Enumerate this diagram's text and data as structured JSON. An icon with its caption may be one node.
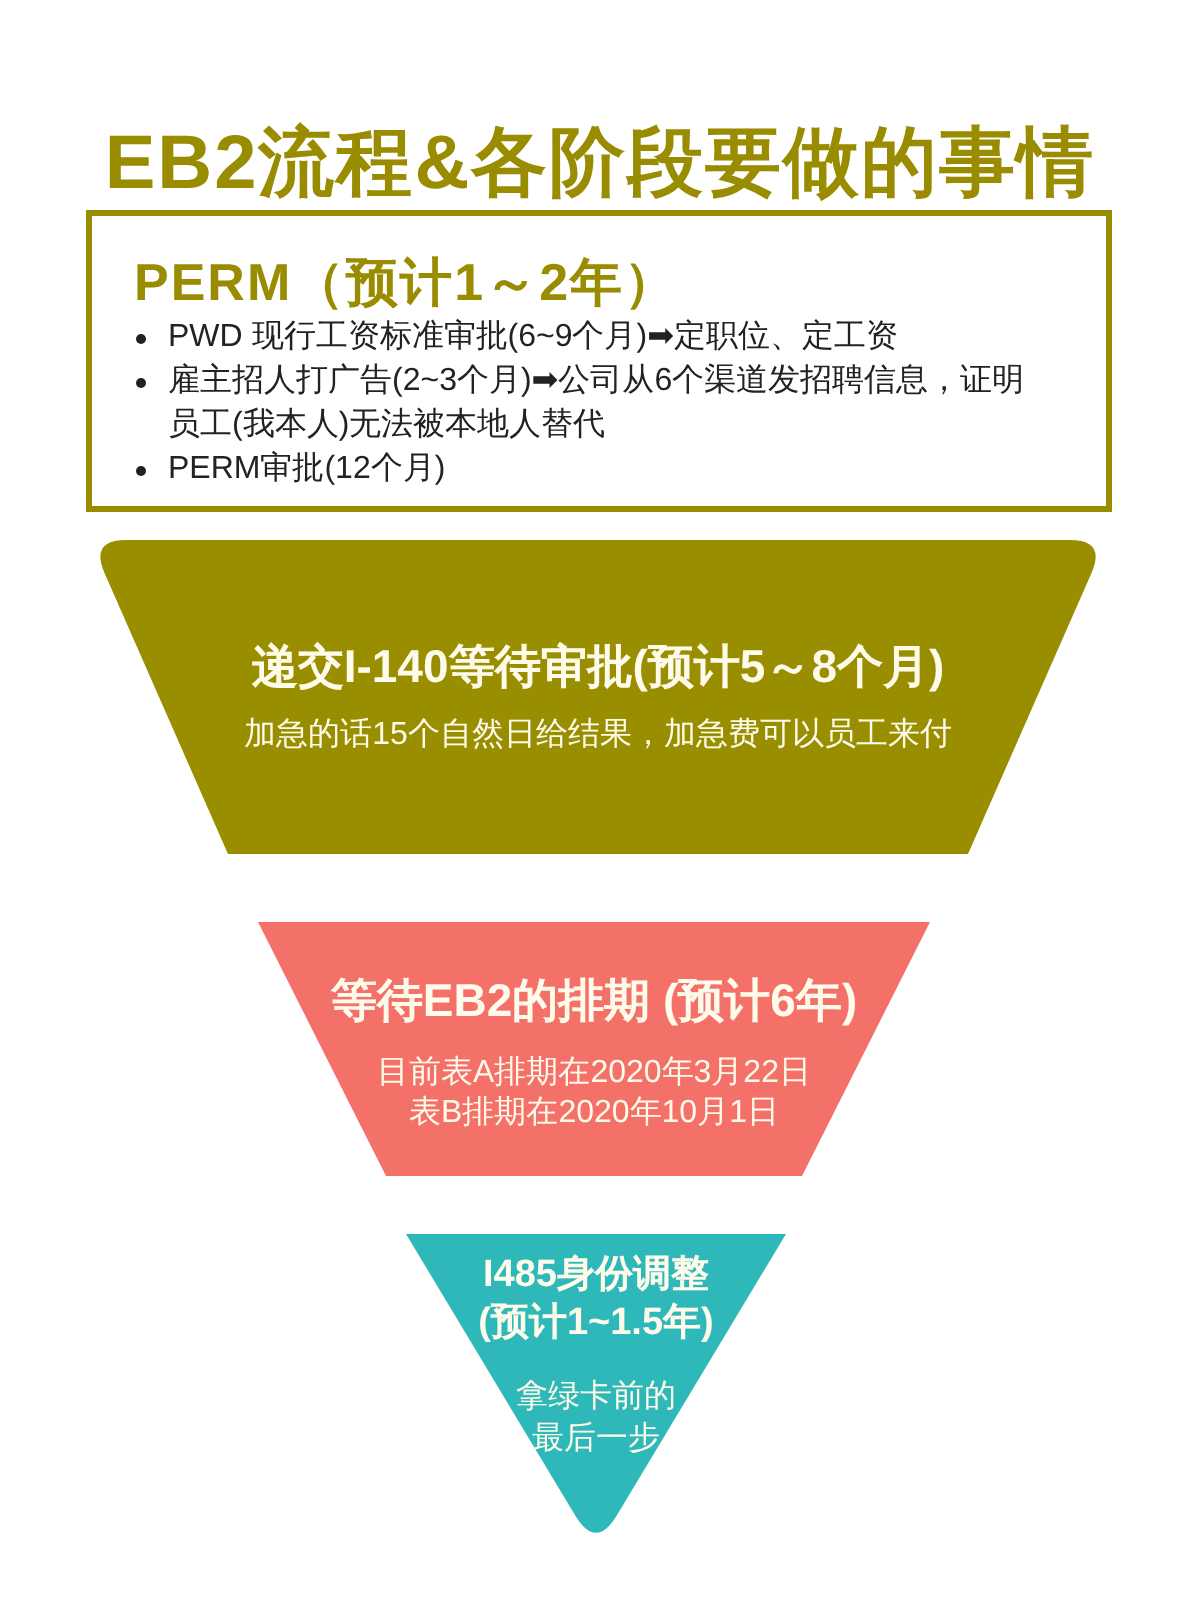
{
  "diagram": {
    "title": "EB2流程&各阶段要做的事情",
    "nodes": [
      {
        "text": [
          "PERM（预计1～2年）",
          "PWD 现行工资标准审批(6~9个月)➡定职位、定工资",
          "雇主招人打广告(2~3个月)➡公司从6个渠道发招聘信息，证明员工(我本人)无法被本地人替代",
          "PERM审批(12个月)"
        ]
      },
      {
        "text": [
          "递交I-140等待审批(预计5～8个月)",
          "加急的话15个自然日给结果，加急费可以员工来付"
        ]
      },
      {
        "text": [
          "等待EB2的排期 (预计6年)",
          "目前表A排期在2020年3月22日",
          "表B排期在2020年10月1日"
        ]
      },
      {
        "text": [
          "I485身份调整(预计1~1.5年)",
          "拿绿卡前的最后一步"
        ]
      }
    ]
  }
}
